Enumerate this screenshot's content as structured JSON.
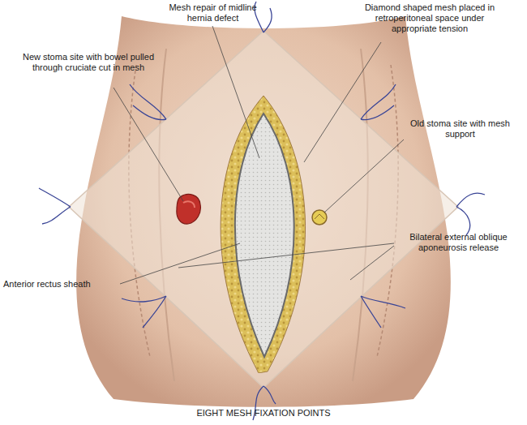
{
  "diagram": {
    "caption": "EIGHT MESH FIXATION POINTS",
    "labels": [
      "Mesh repair of midline hernia defect",
      "Diamond shaped mesh placed in retroperitoneal space under appropriate tension",
      "New stoma site with bowel pulled through cruciate cut in mesh",
      "Old stoma site with mesh support",
      "Bilateral external oblique aponeurosis release",
      "Anterior rectus sheath"
    ]
  }
}
